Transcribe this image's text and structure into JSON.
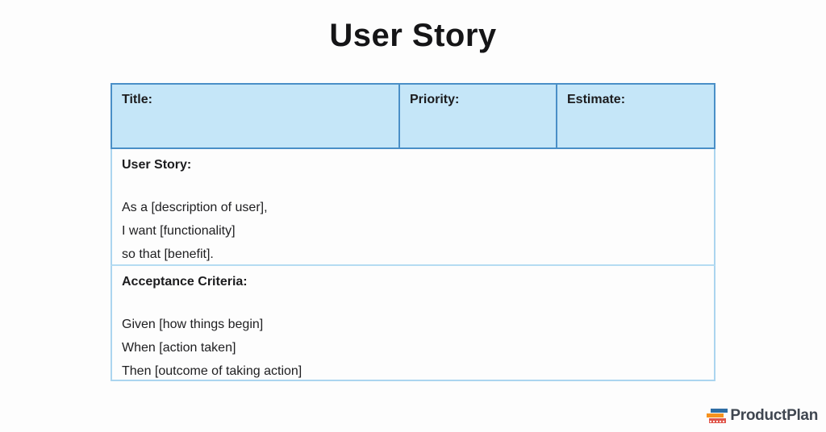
{
  "page": {
    "title": "User Story"
  },
  "table": {
    "columns": [
      {
        "label": "Title:"
      },
      {
        "label": "Priority:"
      },
      {
        "label": "Estimate:"
      }
    ],
    "user_story": {
      "label": "User Story:",
      "lines": [
        "As a [description of user],",
        "I want [functionality]",
        "so that [benefit]."
      ]
    },
    "acceptance_criteria": {
      "label": "Acceptance Criteria:",
      "lines": [
        "Given [how things begin]",
        "When [action taken]",
        "Then [outcome of taking action]"
      ]
    }
  },
  "branding": {
    "logo_text": "ProductPlan"
  },
  "colors": {
    "header_fill": "#c5e6f8",
    "header_border": "#4a8fc7",
    "body_border": "#abd5ef",
    "text": "#1c1c1e",
    "logo_blue": "#2e6da4",
    "logo_orange": "#f6921e",
    "logo_red": "#e0564b",
    "logo_text": "#3f4650"
  }
}
